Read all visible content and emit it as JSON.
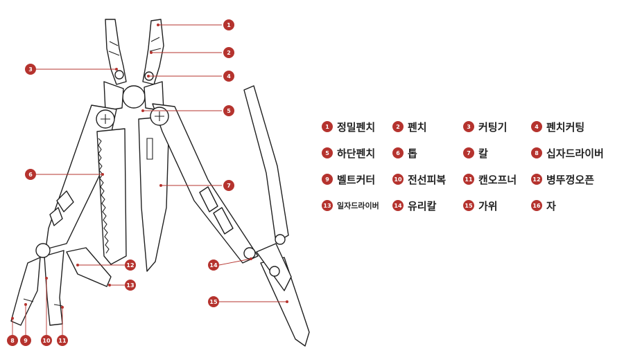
{
  "accent_color": "#b5332e",
  "legend": [
    {
      "num": "1",
      "label": "정밀펜치"
    },
    {
      "num": "2",
      "label": "펜치"
    },
    {
      "num": "3",
      "label": "커팅기"
    },
    {
      "num": "4",
      "label": "펜치커팅"
    },
    {
      "num": "5",
      "label": "하단펜치"
    },
    {
      "num": "6",
      "label": "톱"
    },
    {
      "num": "7",
      "label": "칼"
    },
    {
      "num": "8",
      "label": "십자드라이버"
    },
    {
      "num": "9",
      "label": "벨트커터"
    },
    {
      "num": "10",
      "label": "전선피복"
    },
    {
      "num": "11",
      "label": "캔오프너"
    },
    {
      "num": "12",
      "label": "병뚜껑오픈"
    },
    {
      "num": "13",
      "label": "일자드라이버"
    },
    {
      "num": "14",
      "label": "유리칼"
    },
    {
      "num": "15",
      "label": "가위"
    },
    {
      "num": "16",
      "label": "자"
    }
  ],
  "callouts": [
    "1",
    "2",
    "3",
    "4",
    "5",
    "6",
    "7",
    "8",
    "9",
    "10",
    "11",
    "12",
    "13",
    "14",
    "15"
  ]
}
